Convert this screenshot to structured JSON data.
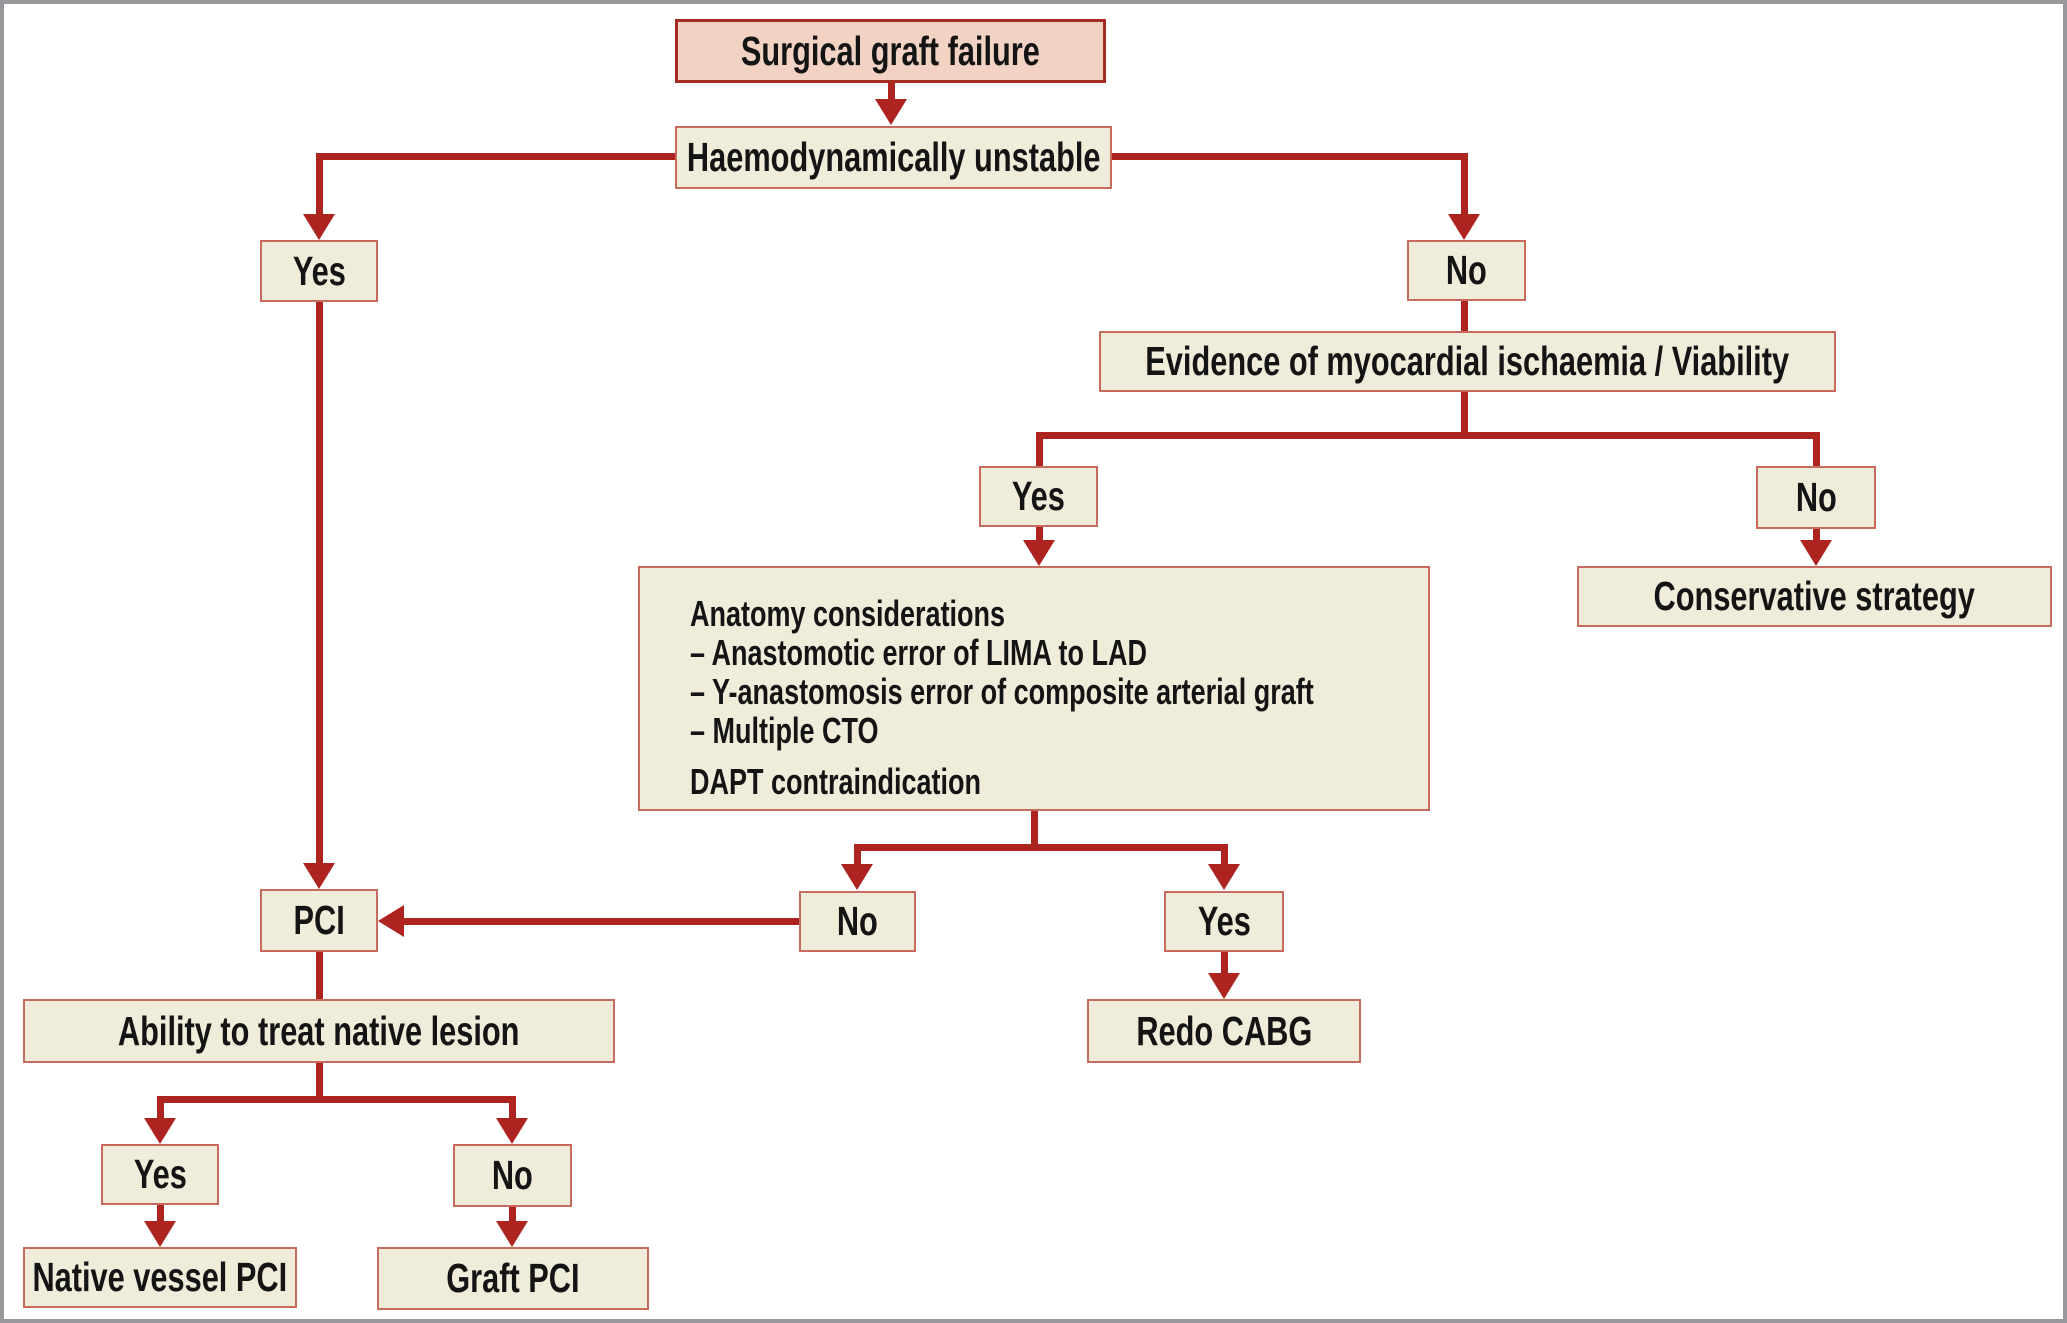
{
  "nodes": {
    "start": {
      "label": "Surgical graft failure"
    },
    "haemo": {
      "label": "Haemodynamically unstable"
    },
    "haemo_yes": {
      "label": "Yes"
    },
    "haemo_no": {
      "label": "No"
    },
    "evidence": {
      "label": "Evidence of myocardial ischaemia / Viability"
    },
    "evidence_yes": {
      "label": "Yes"
    },
    "evidence_no": {
      "label": "No"
    },
    "conservative": {
      "label": "Conservative strategy"
    },
    "anatomy": {
      "title": "Anatomy considerations",
      "items": [
        "– Anastomotic error of LIMA to LAD",
        "– Y-anastomosis error of composite arterial graft",
        "– Multiple CTO"
      ],
      "footer": "DAPT contraindication"
    },
    "anatomy_no": {
      "label": "No"
    },
    "anatomy_yes": {
      "label": "Yes"
    },
    "redo_cabg": {
      "label": "Redo CABG"
    },
    "pci": {
      "label": "PCI"
    },
    "ability": {
      "label": "Ability to treat native lesion"
    },
    "ability_yes": {
      "label": "Yes"
    },
    "ability_no": {
      "label": "No"
    },
    "native_pci": {
      "label": "Native vessel PCI"
    },
    "graft_pci": {
      "label": "Graft PCI"
    }
  },
  "edges": [
    {
      "from": "start",
      "to": "haemo"
    },
    {
      "from": "haemo",
      "to": "haemo_yes"
    },
    {
      "from": "haemo",
      "to": "haemo_no"
    },
    {
      "from": "haemo_no",
      "to": "evidence"
    },
    {
      "from": "evidence",
      "to": "evidence_yes"
    },
    {
      "from": "evidence",
      "to": "evidence_no"
    },
    {
      "from": "evidence_no",
      "to": "conservative"
    },
    {
      "from": "evidence_yes",
      "to": "anatomy"
    },
    {
      "from": "anatomy",
      "to": "anatomy_no"
    },
    {
      "from": "anatomy",
      "to": "anatomy_yes"
    },
    {
      "from": "anatomy_yes",
      "to": "redo_cabg"
    },
    {
      "from": "anatomy_no",
      "to": "pci"
    },
    {
      "from": "haemo_yes",
      "to": "pci"
    },
    {
      "from": "pci",
      "to": "ability"
    },
    {
      "from": "ability",
      "to": "ability_yes"
    },
    {
      "from": "ability",
      "to": "ability_no"
    },
    {
      "from": "ability_yes",
      "to": "native_pci"
    },
    {
      "from": "ability_no",
      "to": "graft_pci"
    }
  ],
  "colors": {
    "line": "#ac2320",
    "node_fill": "#f0ecda",
    "node_border": "#c86b5e",
    "start_fill": "#f2d3c3",
    "start_border": "#a42c22",
    "text": "#141414",
    "frame": "#98989c",
    "background": "#ffffff"
  }
}
